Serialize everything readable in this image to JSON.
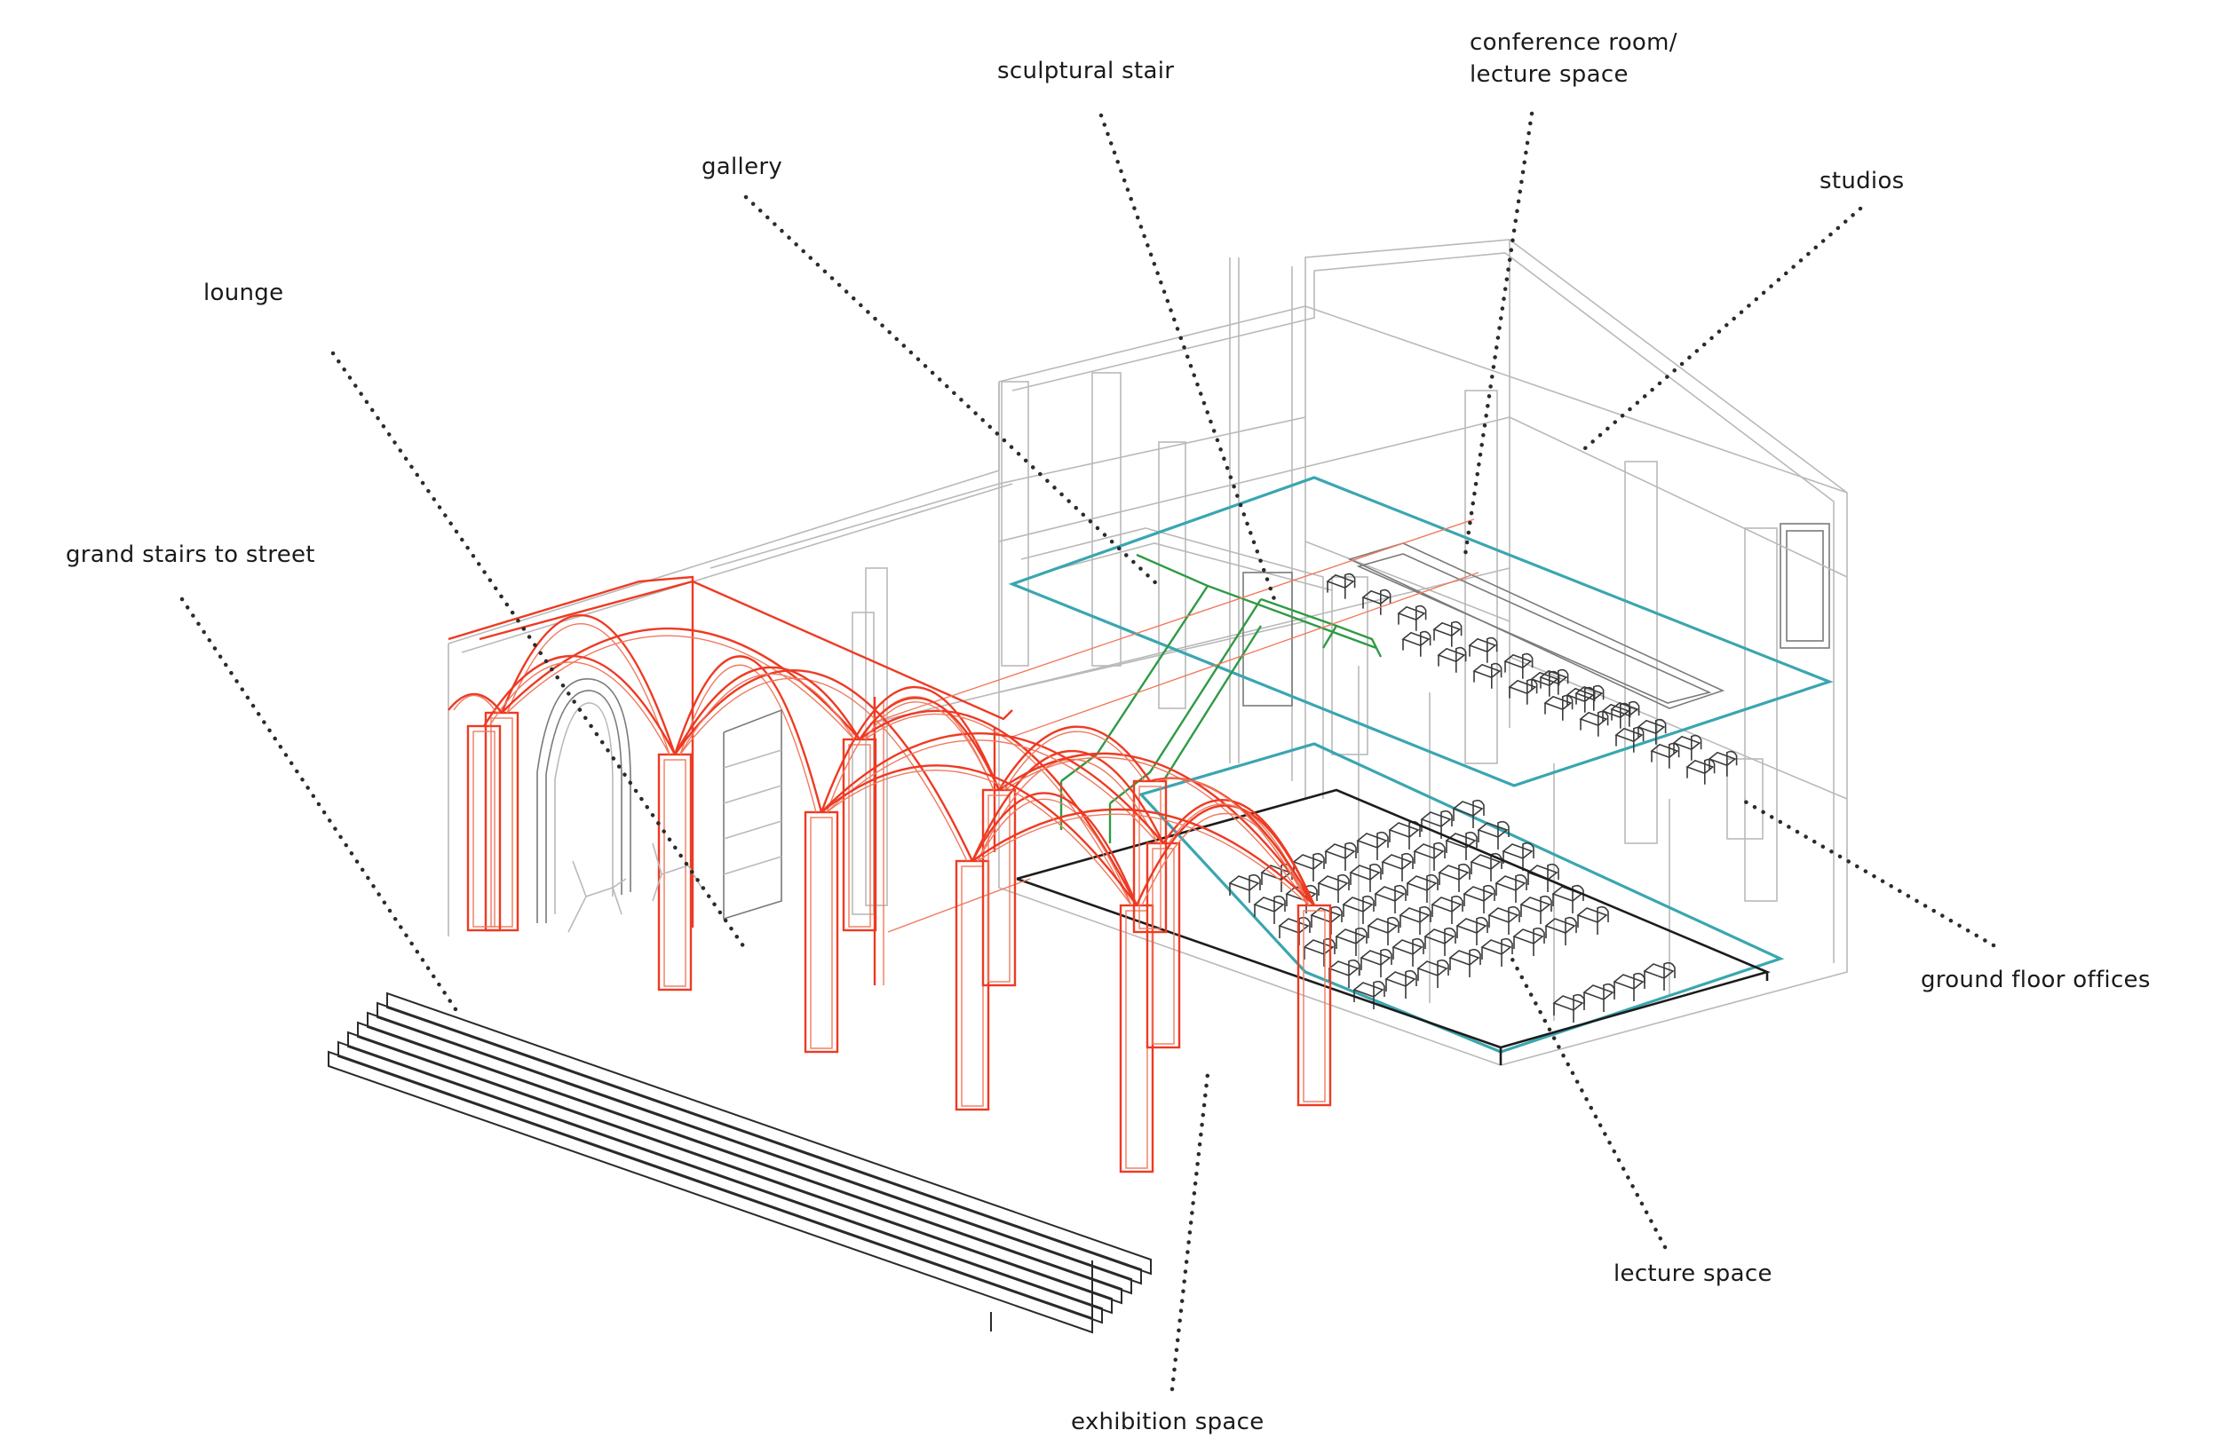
{
  "labels": {
    "sculptural_stair": "sculptural stair",
    "conference_room_line1": "conference room/",
    "conference_room_line2": "lecture space",
    "gallery": "gallery",
    "studios": "studios",
    "lounge": "lounge",
    "grand_stairs": "grand stairs to street",
    "ground_floor_offices": "ground floor offices",
    "lecture_space": "lecture space",
    "exhibition_space": "exhibition space"
  },
  "icons": {
    "leader_lines": "dotted-leader-line"
  },
  "colors": {
    "vaults": "#ee3a23",
    "upper_floor": "#3aa6b0",
    "stair": "#2f9a45",
    "ground_lecture": "#1c1c1c",
    "shell": "#b9b9b9"
  }
}
